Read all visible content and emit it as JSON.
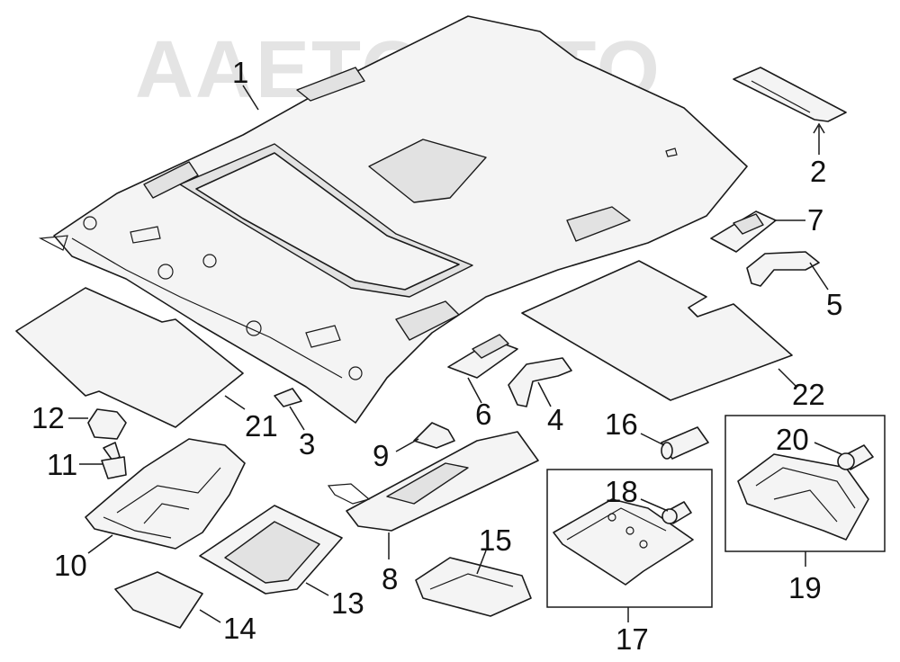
{
  "watermark": {
    "text": "AAETOABTO"
  },
  "callouts": [
    {
      "id": "c1",
      "label": "1",
      "part": "headliner"
    },
    {
      "id": "c2",
      "label": "2",
      "part": "rear-trim-bracket"
    },
    {
      "id": "c3",
      "label": "3",
      "part": "small-pad"
    },
    {
      "id": "c4",
      "label": "4",
      "part": "front-grab-handle"
    },
    {
      "id": "c5",
      "label": "5",
      "part": "rear-grab-handle"
    },
    {
      "id": "c6",
      "label": "6",
      "part": "front-handle-bracket"
    },
    {
      "id": "c7",
      "label": "7",
      "part": "rear-handle-bracket"
    },
    {
      "id": "c8",
      "label": "8",
      "part": "sun-visor"
    },
    {
      "id": "c9",
      "label": "9",
      "part": "visor-holder"
    },
    {
      "id": "c10",
      "label": "10",
      "part": "overhead-console"
    },
    {
      "id": "c11",
      "label": "11",
      "part": "console-bulb"
    },
    {
      "id": "c12",
      "label": "12",
      "part": "button-cap"
    },
    {
      "id": "c13",
      "label": "13",
      "part": "console-frame"
    },
    {
      "id": "c14",
      "label": "14",
      "part": "console-lens"
    },
    {
      "id": "c15",
      "label": "15",
      "part": "small-lamp"
    },
    {
      "id": "c16",
      "label": "16",
      "part": "lamp-bulb"
    },
    {
      "id": "c17",
      "label": "17",
      "part": "map-lamp-assembly"
    },
    {
      "id": "c18",
      "label": "18",
      "part": "map-lamp-bulb"
    },
    {
      "id": "c19",
      "label": "19",
      "part": "dome-lamp-assembly"
    },
    {
      "id": "c20",
      "label": "20",
      "part": "dome-lamp-bulb"
    },
    {
      "id": "c21",
      "label": "21",
      "part": "front-insulator"
    },
    {
      "id": "c22",
      "label": "22",
      "part": "rear-insulator"
    }
  ]
}
